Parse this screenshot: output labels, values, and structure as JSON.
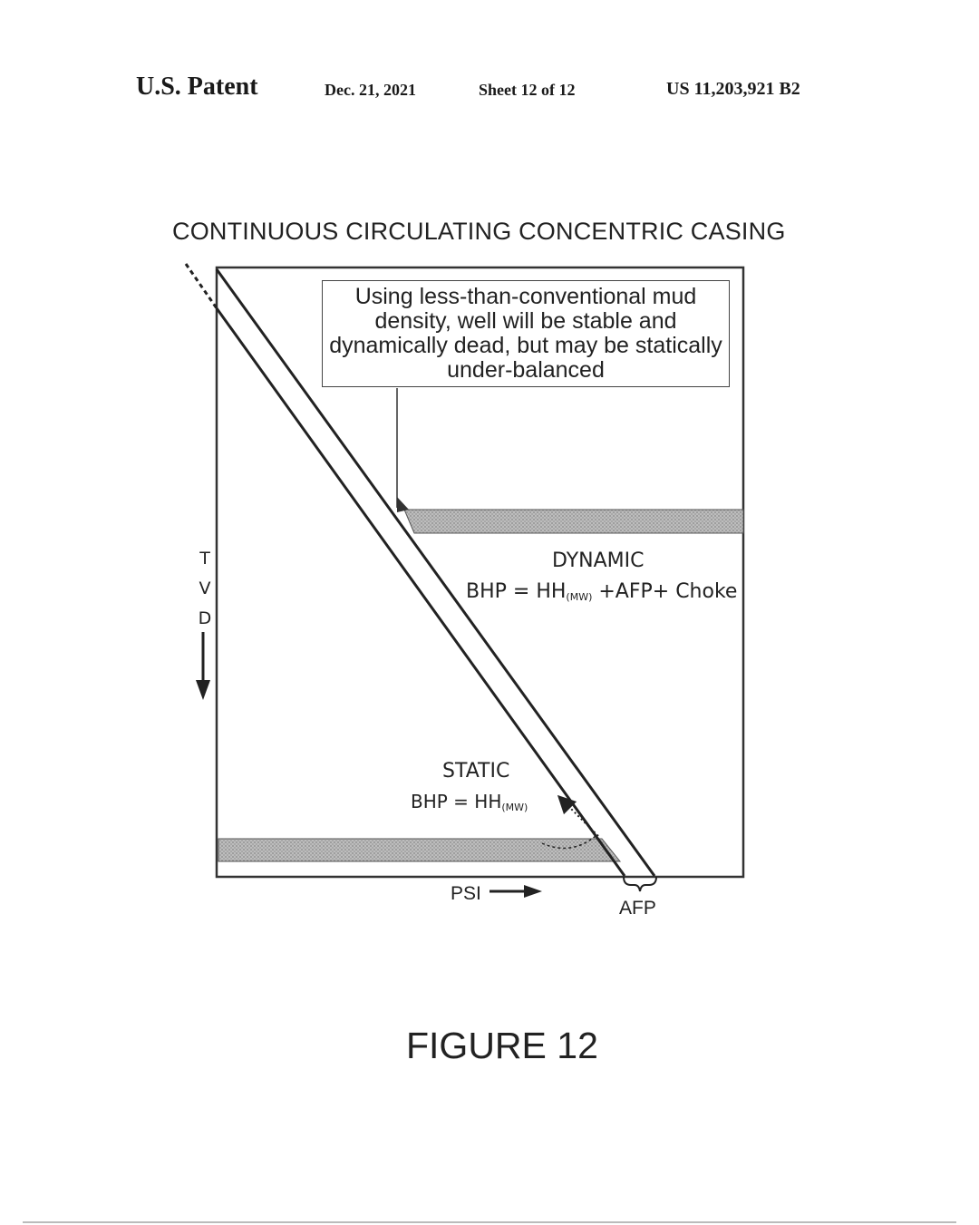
{
  "header": {
    "label": "U.S. Patent",
    "date": "Dec. 21, 2021",
    "sheet": "Sheet 12 of 12",
    "patent_number": "US 11,203,921 B2"
  },
  "diagram": {
    "title": "CONTINUOUS CIRCULATING CONCENTRIC CASING",
    "callout": "Using less-than-conventional mud density, well will be stable and dynamically dead, but may be statically under-balanced",
    "dynamic": {
      "label": "DYNAMIC",
      "eq_prefix": "BHP = HH",
      "eq_sub": "(MW)",
      "eq_suffix": " +AFP+ Choke"
    },
    "static": {
      "label": "STATIC",
      "eq_prefix": "BHP = HH",
      "eq_sub": "(MW)"
    },
    "y_axis": {
      "letters": [
        "T",
        "V",
        "D"
      ]
    },
    "x_axis": {
      "label": "PSI"
    },
    "afp_label": "AFP"
  },
  "caption": "FIGURE 12"
}
